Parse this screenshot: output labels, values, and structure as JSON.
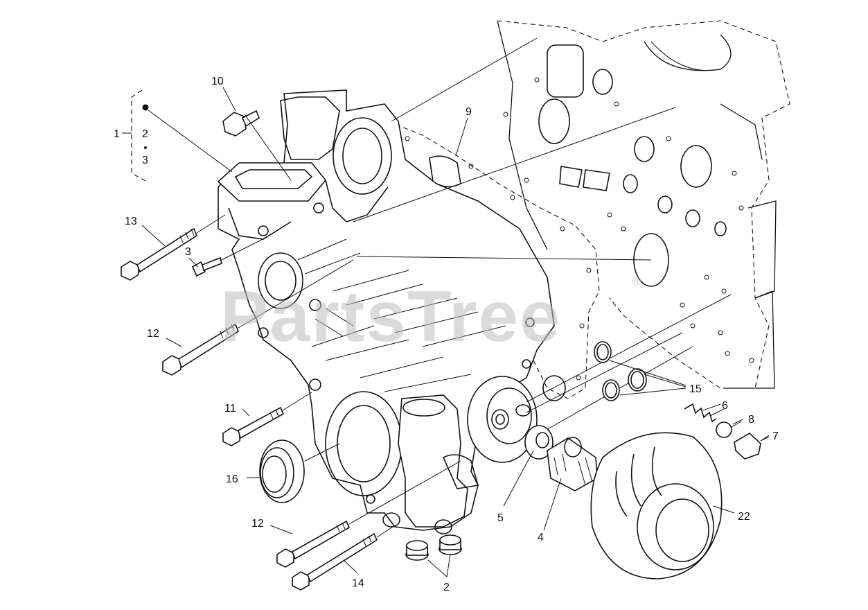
{
  "watermark": "PartsTree",
  "watermark_mark": "®",
  "callouts": {
    "c1": "1",
    "c1_sub_a": "2",
    "c1_sub_b": "3",
    "c2": "2",
    "c3": "3",
    "c4": "4",
    "c5": "5",
    "c6": "6",
    "c7": "7",
    "c8": "8",
    "c9": "9",
    "c10": "10",
    "c11": "11",
    "c12a": "12",
    "c12b": "12",
    "c13": "13",
    "c14": "14",
    "c15": "15",
    "c16": "16",
    "c22": "22"
  }
}
